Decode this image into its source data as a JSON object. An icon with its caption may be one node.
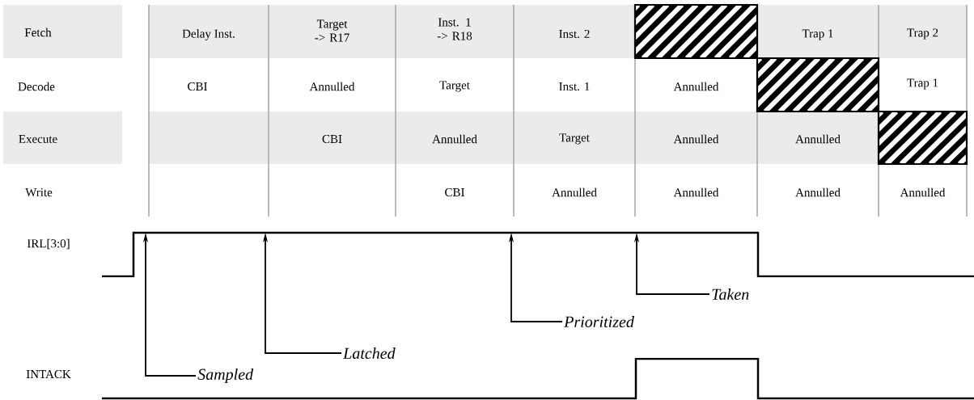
{
  "diagram": {
    "nodes": [
      {
        "text": [
          "Sampled"
        ]
      },
      {
        "text": [
          "Latched"
        ]
      },
      {
        "text": [
          "Prioritized"
        ]
      },
      {
        "text": [
          "Taken"
        ]
      },
      {
        "text": [],
        "shape": "waveform"
      }
    ],
    "edges": [
      {
        "from": 0,
        "to": 4,
        "arrow": "to"
      },
      {
        "from": 1,
        "to": 4,
        "arrow": "to"
      },
      {
        "from": 2,
        "to": 4,
        "arrow": "to"
      },
      {
        "from": 3,
        "to": 4,
        "arrow": "to"
      }
    ],
    "labels": [
      "Fetch",
      "Delay Inst.",
      "Target -> R17",
      "Inst. 1 -> R18",
      "Inst. 2",
      "Trap 1",
      "Trap 2",
      "Decode",
      "CBI",
      "Annulled",
      "Target",
      "Inst. 1",
      "Annulled",
      "Trap 1",
      "Execute",
      "CBI",
      "Annulled",
      "Target",
      "Annulled",
      "Annulled",
      "Write",
      "CBI",
      "Annulled",
      "Annulled",
      "Annulled",
      "Annulled",
      "IRL[3:0]",
      "INTACK"
    ]
  }
}
